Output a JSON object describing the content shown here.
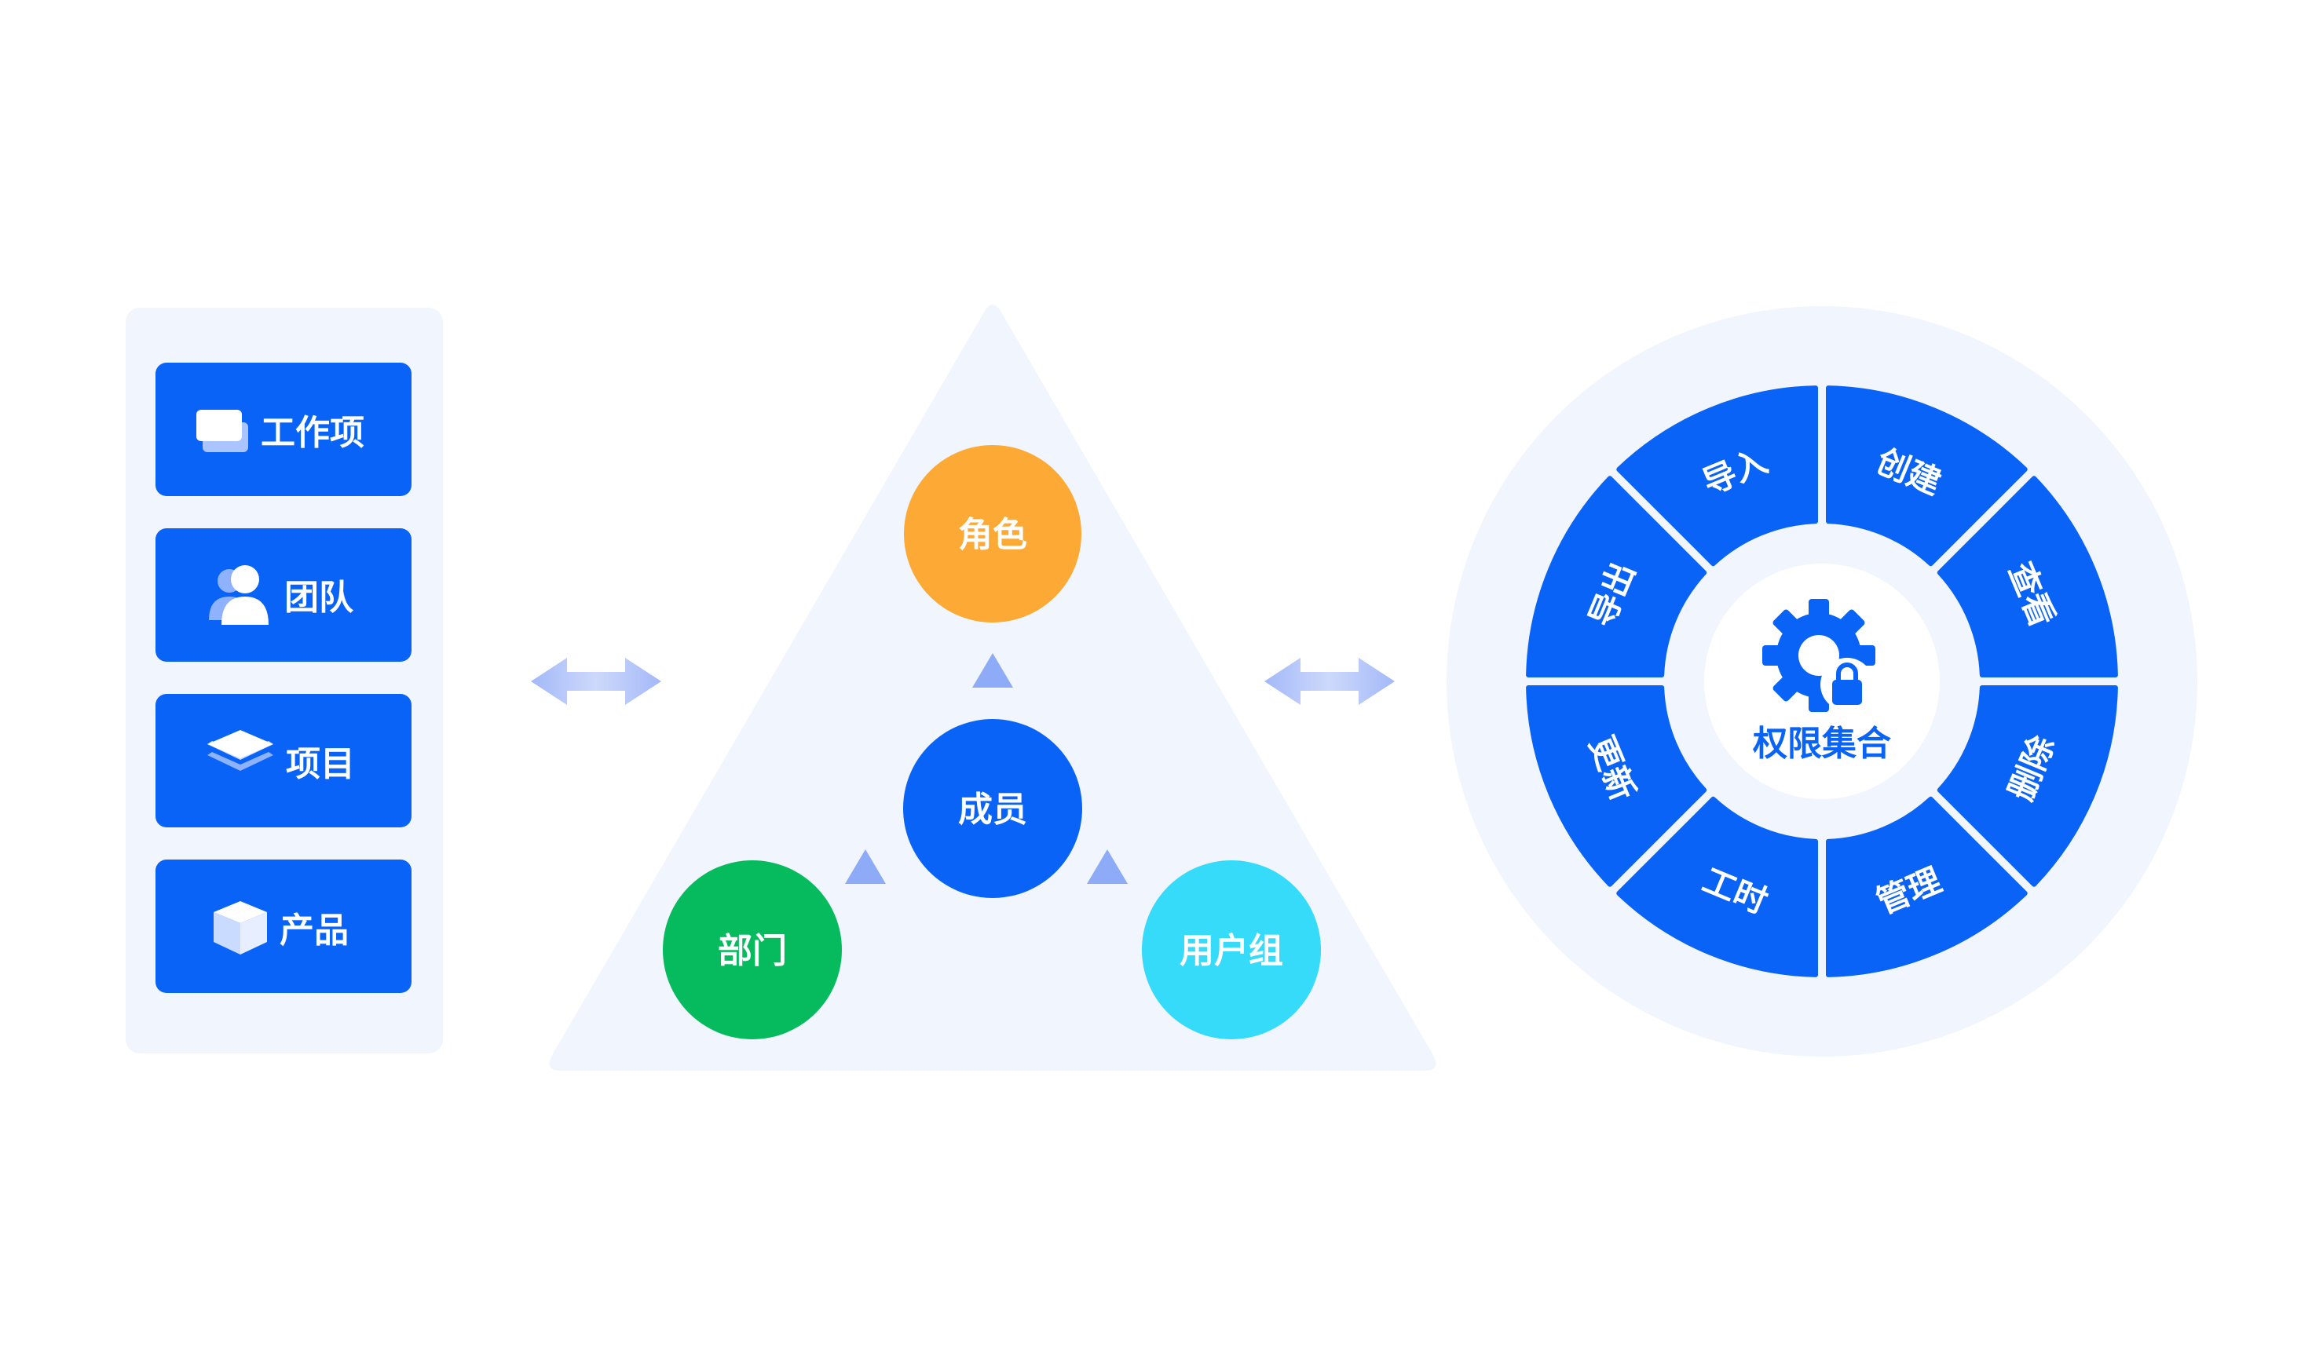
{
  "colors": {
    "primary": "#0a63f7",
    "panel_bg": "#f1f5fd",
    "arrow": "#a9bdf8",
    "role": "#fca935",
    "member": "#0a63f7",
    "dept": "#06bb5d",
    "usergroup": "#36dbfa"
  },
  "objects": {
    "items": [
      {
        "label": "工作项",
        "icon": "card-stack-icon"
      },
      {
        "label": "团队",
        "icon": "users-icon"
      },
      {
        "label": "项目",
        "icon": "layers-icon"
      },
      {
        "label": "产品",
        "icon": "cube-icon"
      }
    ]
  },
  "subjects": {
    "role": "角色",
    "member": "成员",
    "dept": "部门",
    "usergroup": "用户组"
  },
  "permissions": {
    "center_label": "权限集合",
    "center_icon": "gear-lock-icon",
    "segments": [
      "创建",
      "查看",
      "删除",
      "管理",
      "工时",
      "更新",
      "导出",
      "导入"
    ]
  }
}
